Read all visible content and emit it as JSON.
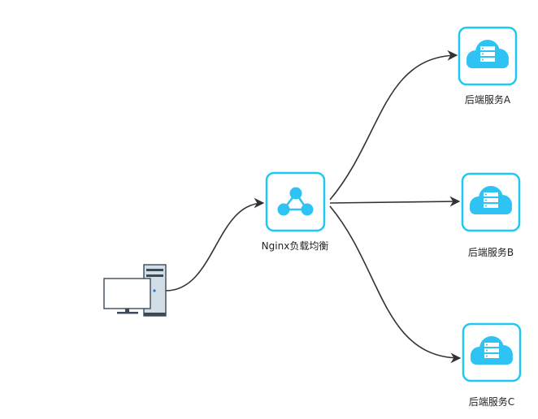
{
  "diagram": {
    "nodes": {
      "client": {
        "label": "",
        "icon": "desktop-computer-icon"
      },
      "nginx": {
        "label": "Nginx负载均衡",
        "icon": "network-hub-icon"
      },
      "backend_a": {
        "label": "后端服务A",
        "icon": "cloud-server-icon"
      },
      "backend_b": {
        "label": "后端服务B",
        "icon": "cloud-server-icon"
      },
      "backend_c": {
        "label": "后端服务C",
        "icon": "cloud-server-icon"
      }
    },
    "edges": [
      {
        "from": "client",
        "to": "nginx"
      },
      {
        "from": "nginx",
        "to": "backend_a"
      },
      {
        "from": "nginx",
        "to": "backend_b"
      },
      {
        "from": "nginx",
        "to": "backend_c"
      }
    ],
    "colors": {
      "accent": "#1ec8f0",
      "icon_fill": "#2ec3f2",
      "edge": "#333333",
      "monitor_frame": "#3c4a57",
      "tower_body": "#d3dde6",
      "led": "#2f6fd6"
    }
  }
}
